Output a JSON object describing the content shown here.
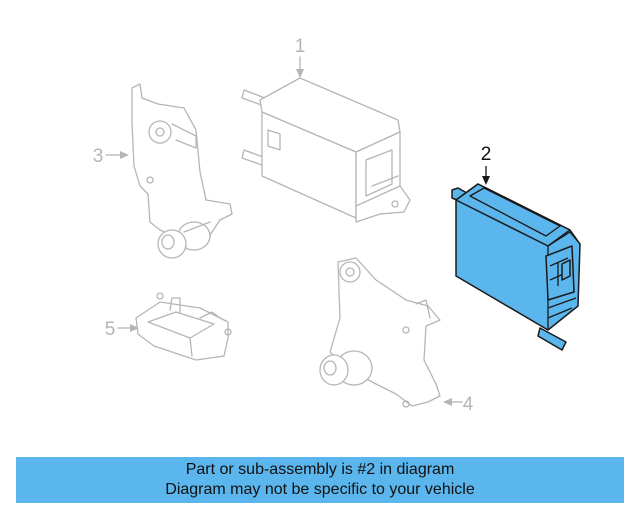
{
  "colors": {
    "highlight": "#5ab6ec",
    "ghost_line": "#b5b5b5",
    "outline": "#1a1a1a"
  },
  "callouts": {
    "part1": "1",
    "part2": "2",
    "part3": "3",
    "part4": "4",
    "part5": "5"
  },
  "banner": {
    "line1": "Part or sub-assembly is #2 in diagram",
    "line2": "Diagram may not be specific to your vehicle"
  }
}
